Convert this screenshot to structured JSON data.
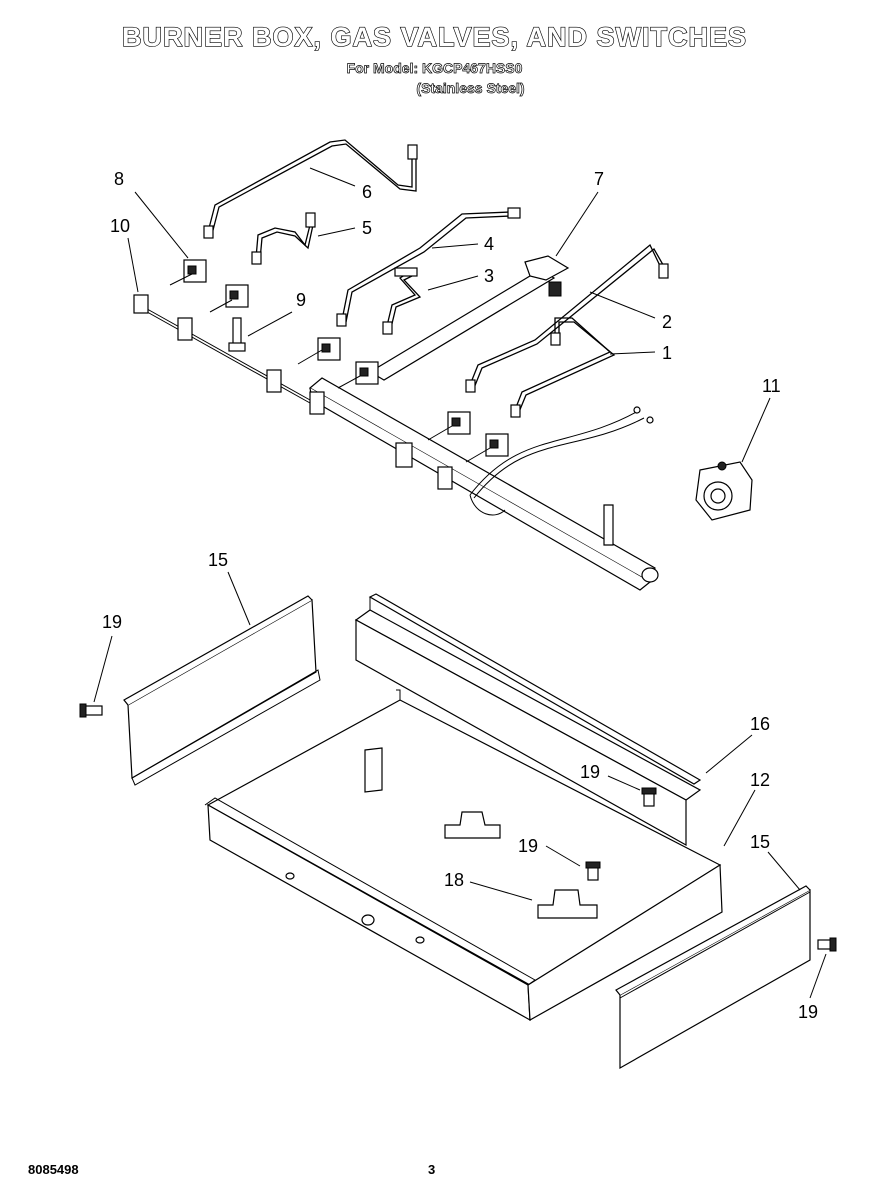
{
  "header": {
    "title": "BURNER BOX, GAS VALVES, AND SWITCHES",
    "model_line": "For Model: KGCP467HSS0",
    "finish_line": "(Stainless Steel)"
  },
  "callouts": [
    "8",
    "10",
    "9",
    "6",
    "5",
    "4",
    "3",
    "7",
    "2",
    "1",
    "11",
    "15",
    "19",
    "16",
    "19",
    "12",
    "19",
    "18",
    "15",
    "19"
  ],
  "footer": {
    "doc_number": "8085498",
    "page_number": "3"
  }
}
